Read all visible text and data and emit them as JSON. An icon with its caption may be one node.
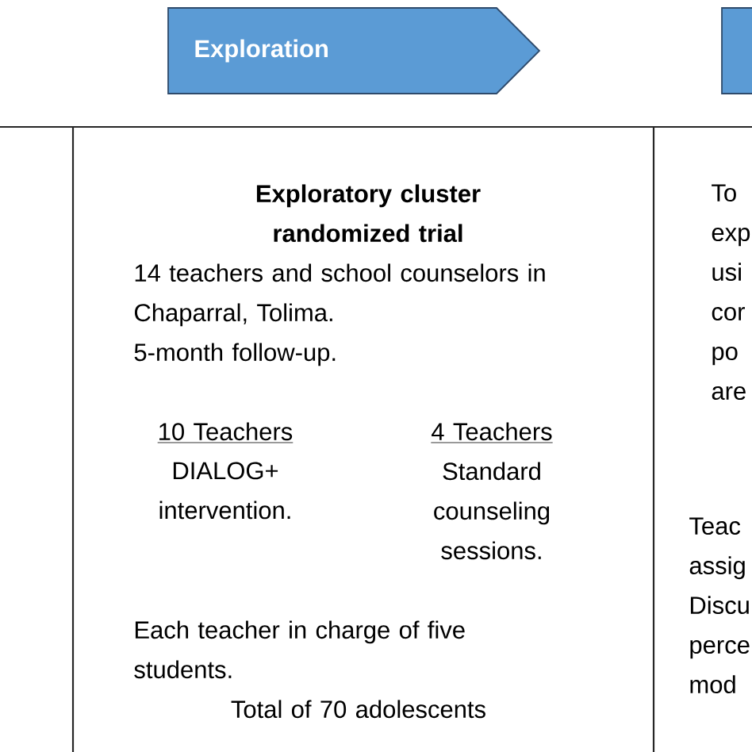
{
  "diagram": {
    "nodes": [
      {
        "text": [
          "Exploration"
        ]
      },
      {
        "text": [],
        "shape": "chevron"
      }
    ],
    "labels": [
      "Exploratory cluster randomized trial",
      "14 teachers and school counselors in Chaparral, Tolima.",
      "5-month follow-up.",
      "10 Teachers",
      "4 Teachers",
      "DIALOG+ intervention.",
      "Standard counseling sessions.",
      "Each teacher in charge of five students.",
      "Total of 70 adolescents",
      "To exp usi cor po are",
      "Teac assig Discu perce mod"
    ]
  }
}
